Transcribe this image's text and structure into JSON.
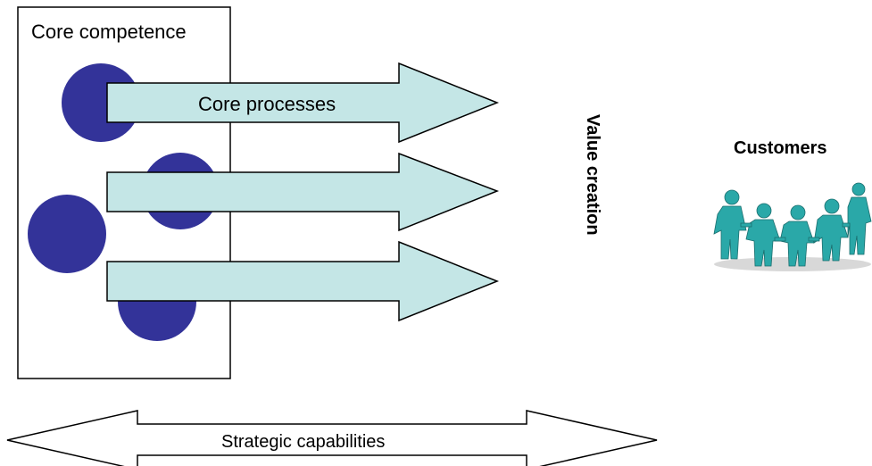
{
  "labels": {
    "core_competence": "Core competence",
    "core_processes": "Core processes",
    "value_creation": "Value creation",
    "customers": "Customers",
    "strategic_capabilities": "Strategic capabilities"
  },
  "colors": {
    "circle_fill": "#333399",
    "arrow_fill": "#c4e6e6",
    "people_color": "#2aa8a8",
    "line": "#000000"
  },
  "icons": {
    "customers": "people-holding-hands-icon"
  }
}
